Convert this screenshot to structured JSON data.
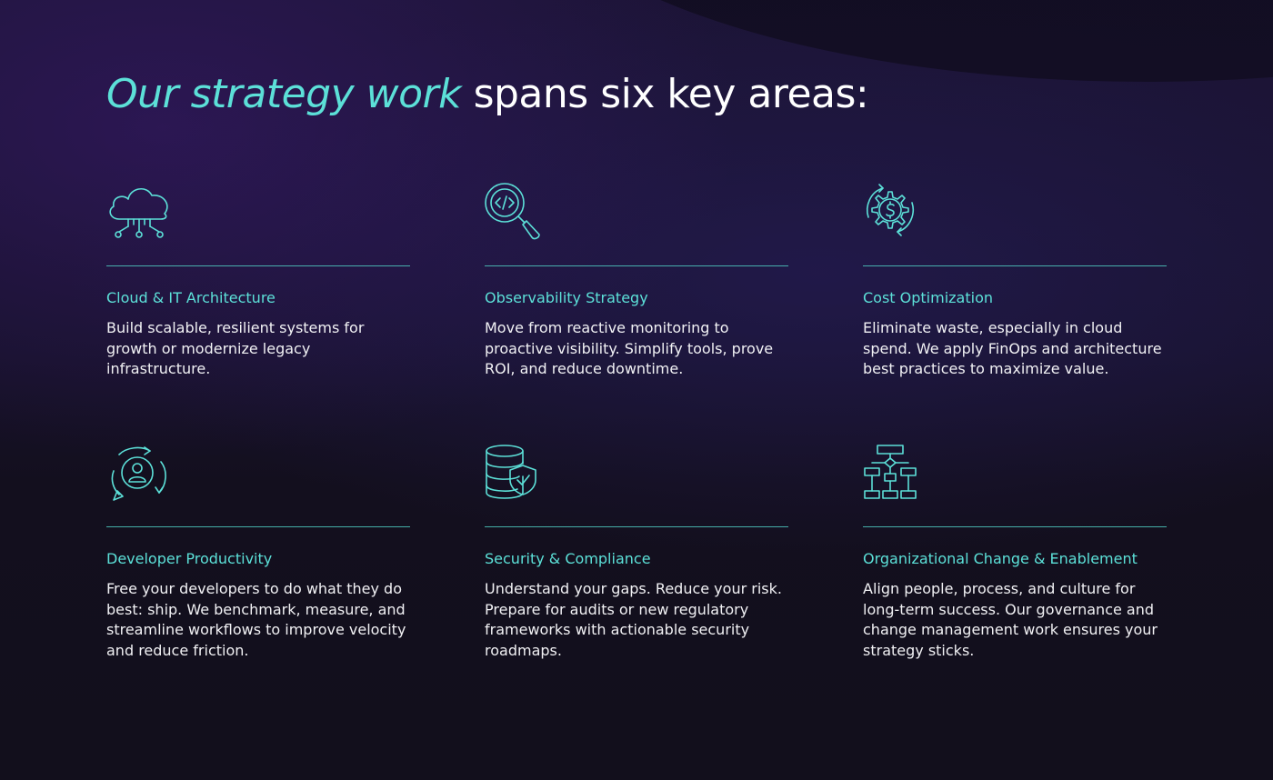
{
  "headline": {
    "accent": "Our strategy work",
    "rest": "spans six key areas:"
  },
  "colors": {
    "accent": "#5ce0d8",
    "text": "#ffffff",
    "background": "#120f1c"
  },
  "cards": [
    {
      "icon": "cloud-network-icon",
      "title": "Cloud & IT Architecture",
      "description": "Build scalable, resilient systems for growth or modernize legacy infrastructure."
    },
    {
      "icon": "code-search-icon",
      "title": "Observability Strategy",
      "description": "Move from reactive monitoring to proactive visibility. Simplify tools, prove ROI, and reduce downtime."
    },
    {
      "icon": "dollar-gear-icon",
      "title": "Cost Optimization",
      "description": "Eliminate waste, especially in cloud spend. We apply FinOps and architecture best practices to maximize value."
    },
    {
      "icon": "developer-cycle-icon",
      "title": "Developer Productivity",
      "description": "Free your developers to do what they do best: ship. We benchmark, measure, and streamline workflows to improve velocity and reduce friction."
    },
    {
      "icon": "database-shield-icon",
      "title": "Security & Compliance",
      "description": "Understand your gaps. Reduce your risk. Prepare for audits or new regulatory frameworks with actionable security roadmaps."
    },
    {
      "icon": "flowchart-icon",
      "title": "Organizational Change & Enablement",
      "description": "Align people, process, and culture for long-term success. Our governance and change management work ensures your strategy sticks."
    }
  ]
}
